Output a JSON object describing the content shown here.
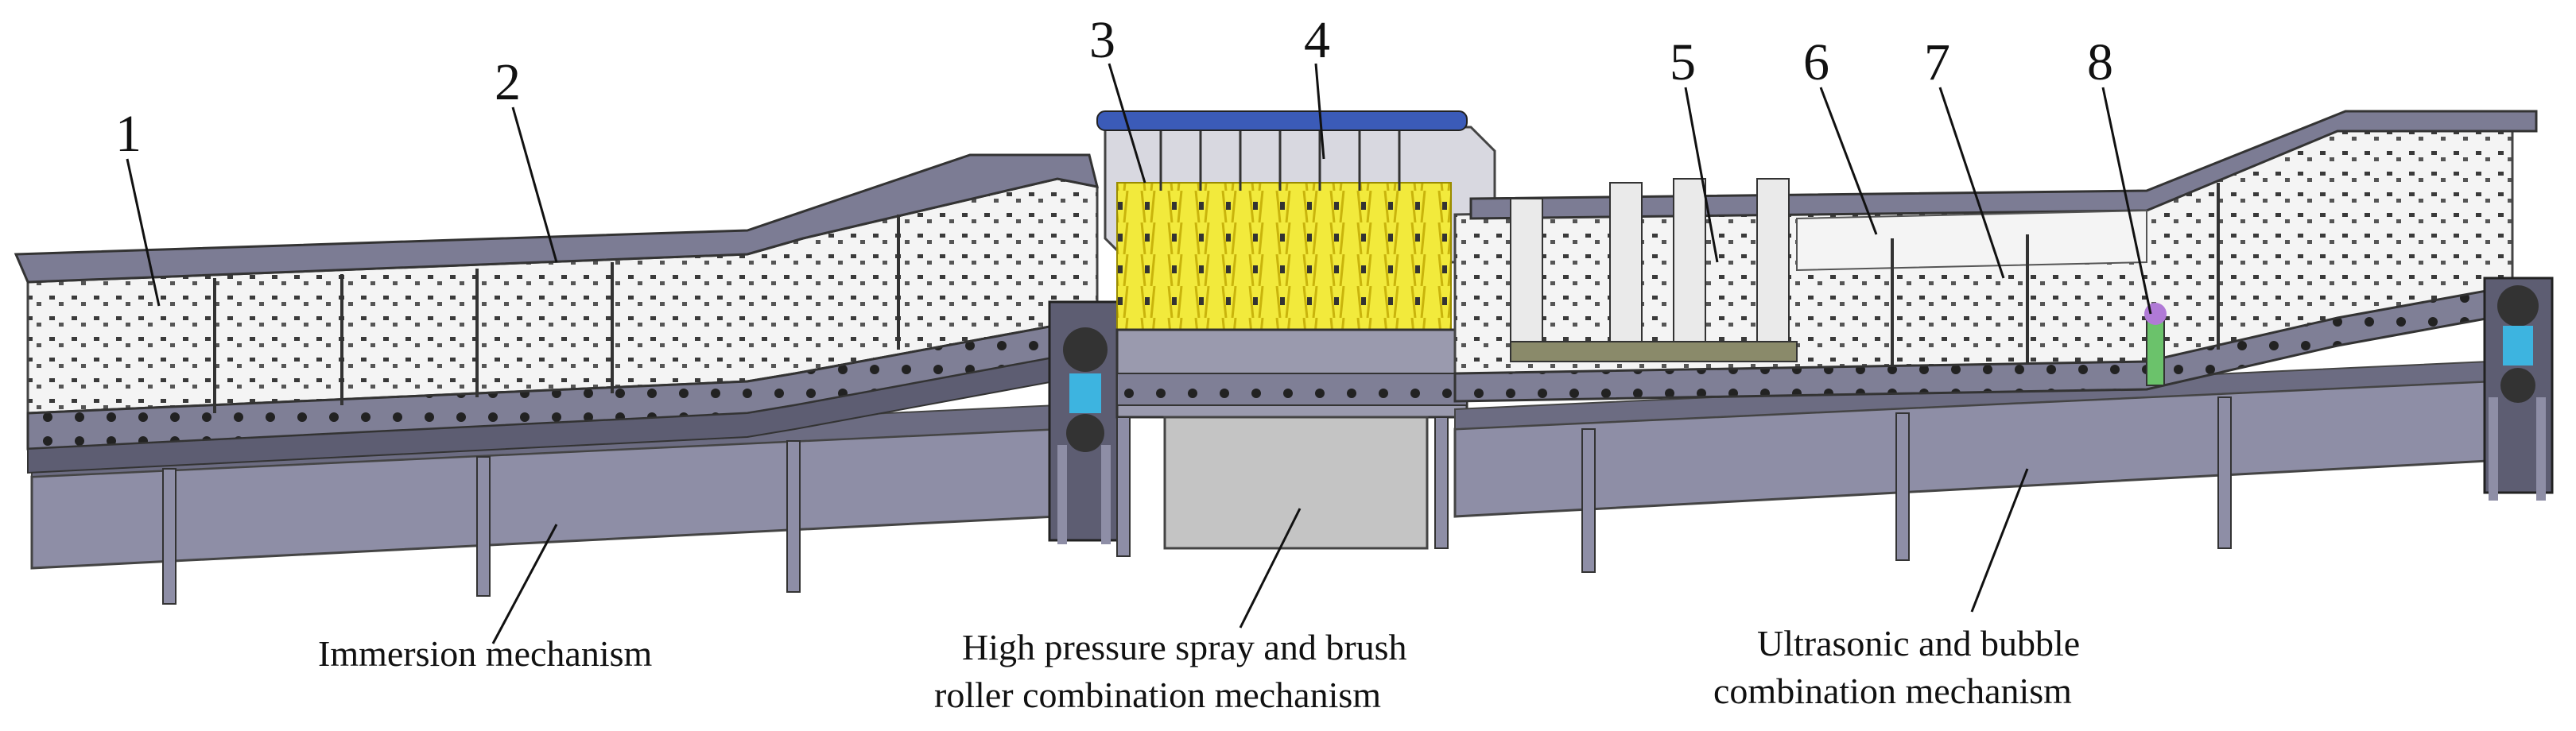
{
  "part_numbers": [
    "1",
    "2",
    "3",
    "4",
    "5",
    "6",
    "7",
    "8"
  ],
  "captions": {
    "immersion": {
      "line1": "Immersion mechanism"
    },
    "spray": {
      "line1": "High pressure spray and brush",
      "line2": "roller combination mechanism"
    },
    "ultrasonic": {
      "line1": "Ultrasonic and bubble",
      "line2": "combination mechanism"
    }
  },
  "colors": {
    "frame": "#8e8ea6",
    "frame_dark": "#5d5d72",
    "mesh": "#f4f4f4",
    "mesh_dot": "#3a3a3a",
    "spray": "#f2ea3c",
    "motor": "#3db4e0",
    "accent_blue": "#3b5bb8"
  }
}
